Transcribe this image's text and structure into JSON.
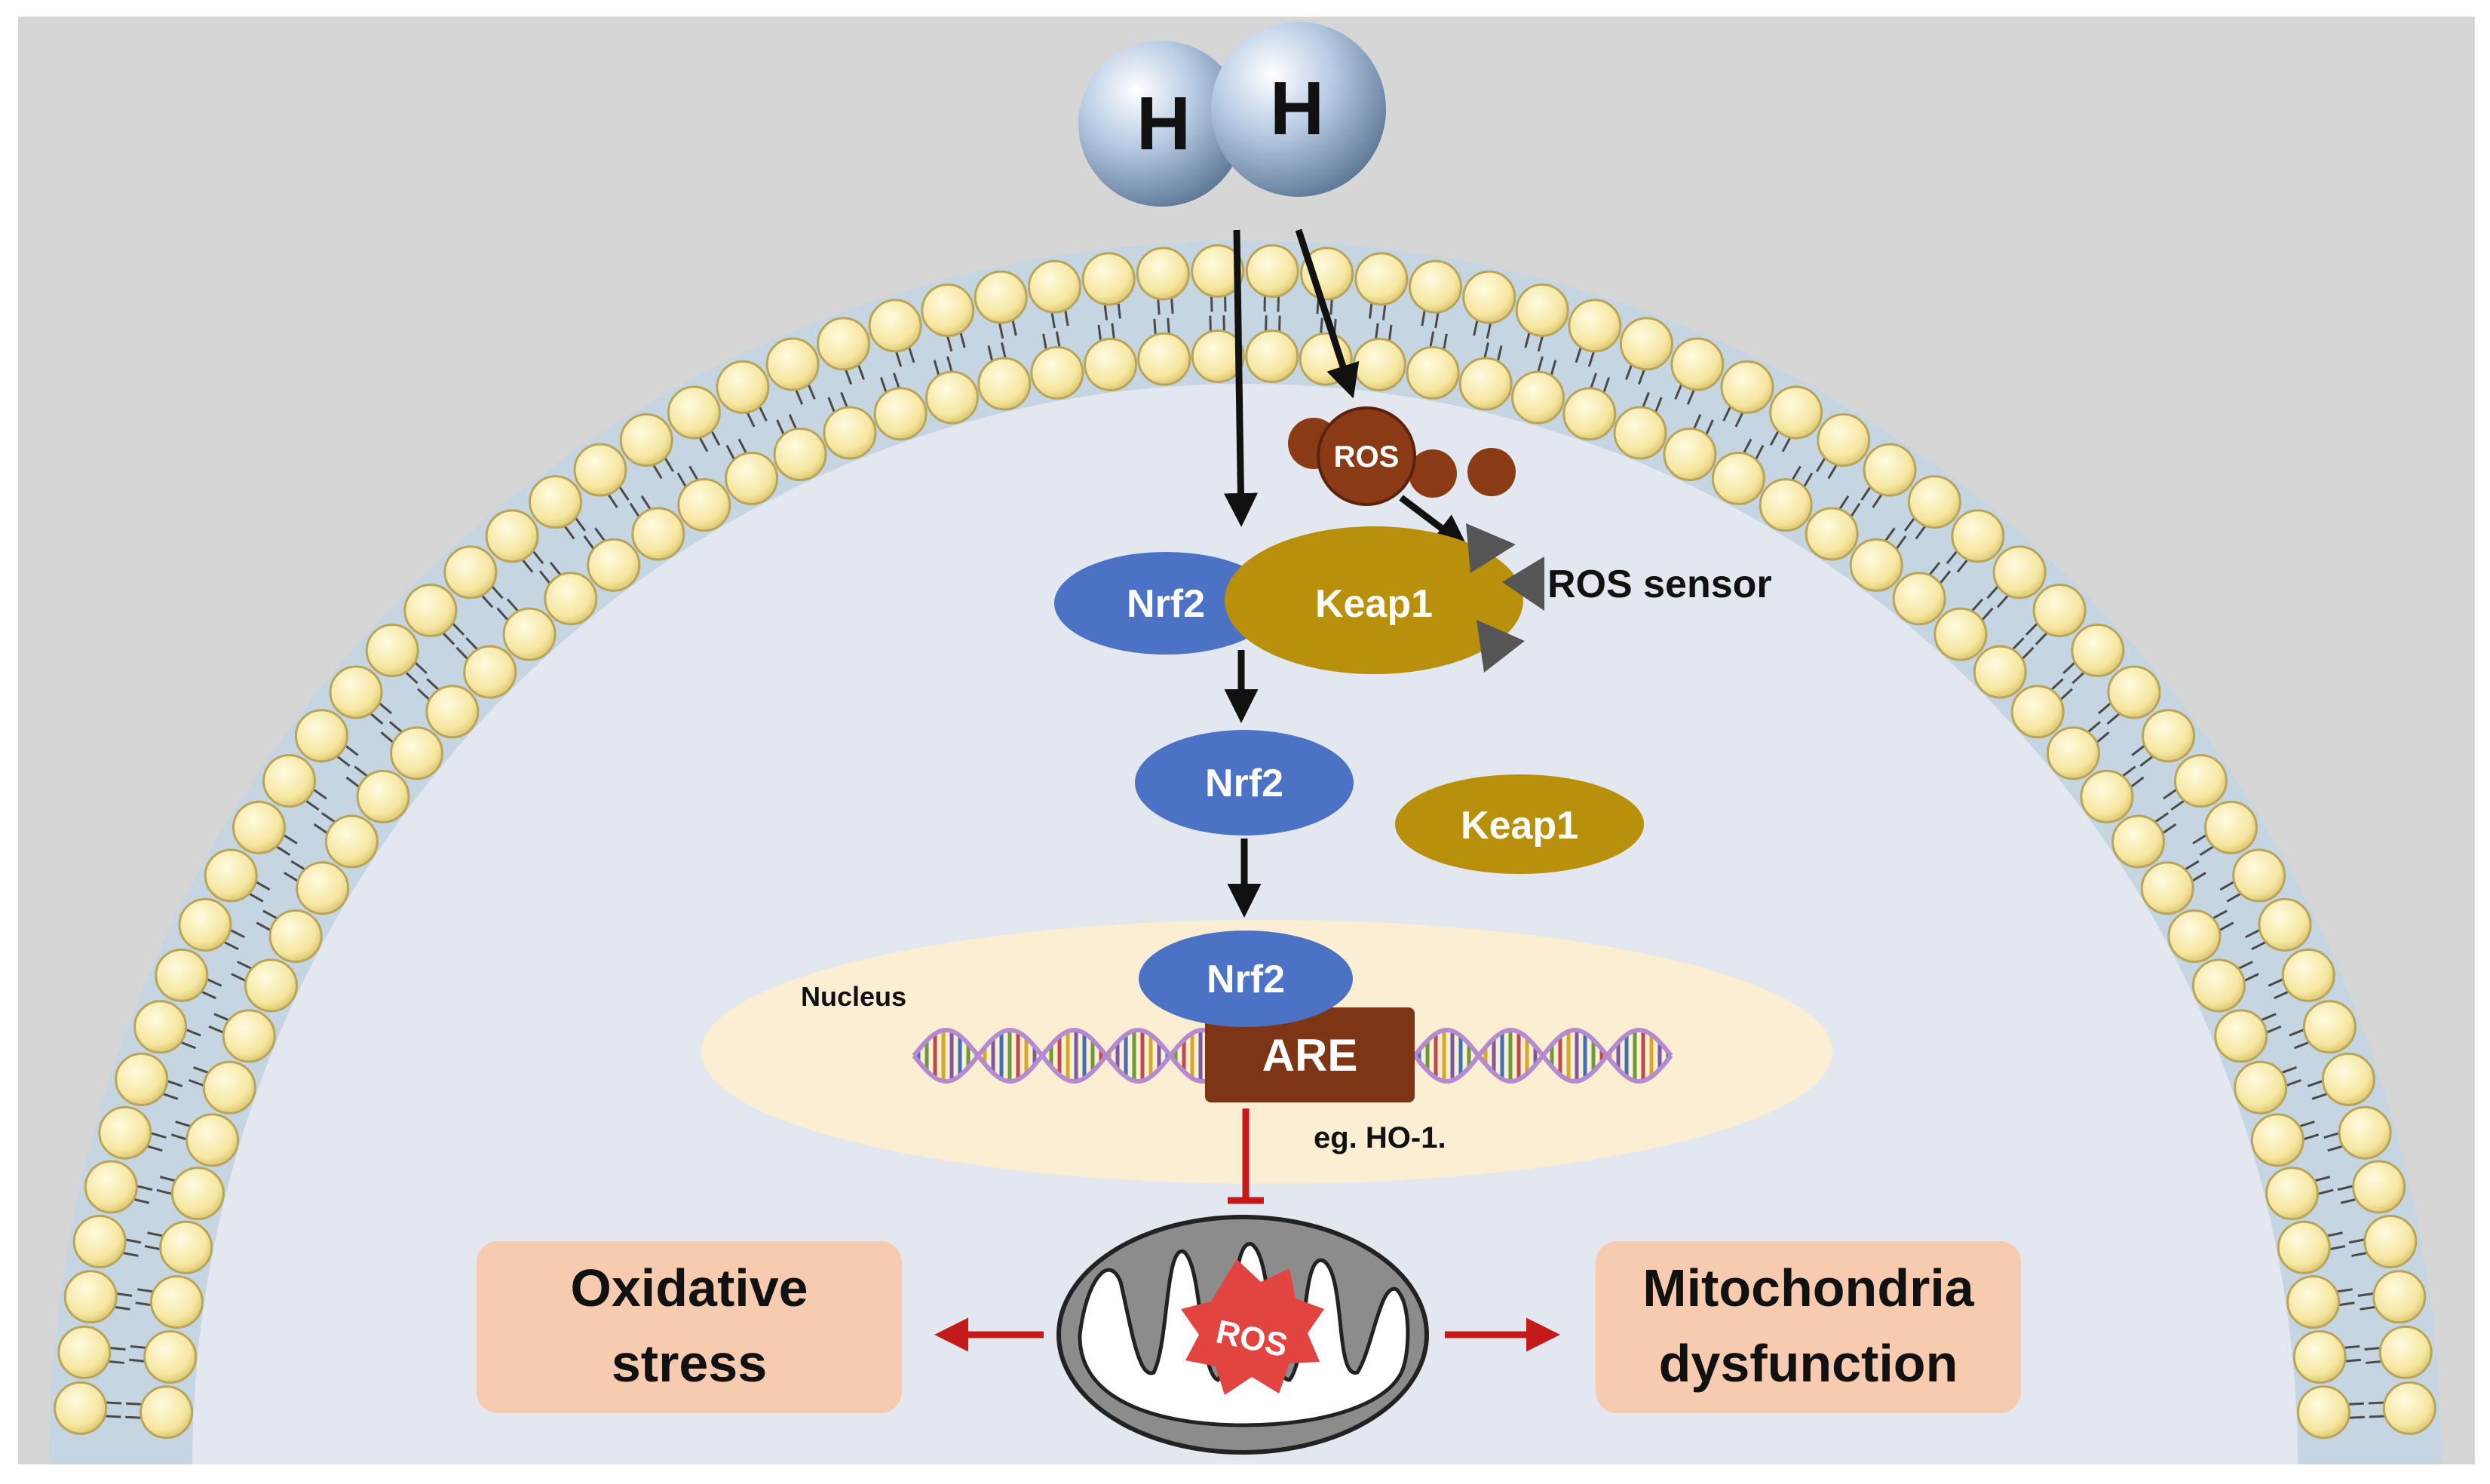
{
  "hydrogen": {
    "atom1": "H",
    "atom2": "H"
  },
  "ros_cluster": {
    "label": "ROS"
  },
  "complex": {
    "nrf2": "Nrf2",
    "keap1": "Keap1",
    "sensor_label": "ROS sensor"
  },
  "free_nrf2": {
    "label": "Nrf2"
  },
  "free_keap1": {
    "label": "Keap1"
  },
  "nucleus": {
    "label": "Nucleus",
    "nrf2": "Nrf2",
    "are": "ARE",
    "gene_example": "eg. HO-1."
  },
  "mitochondrion": {
    "ros": "ROS"
  },
  "outcomes": {
    "left": {
      "line1": "Oxidative",
      "line2": "stress"
    },
    "right": {
      "line1": "Mitochondria",
      "line2": "dysfunction"
    }
  },
  "colors": {
    "nrf2": "#4b72c4",
    "keap1": "#b8900c",
    "ros": "#8b3a16",
    "are": "#7e3516",
    "inhibit": "#c41a1a",
    "outcome_box": "#f6cbb0",
    "nucleus": "#fbeed2",
    "cytoplasm": "#e3e8f0",
    "background": "#d6d6d6"
  }
}
